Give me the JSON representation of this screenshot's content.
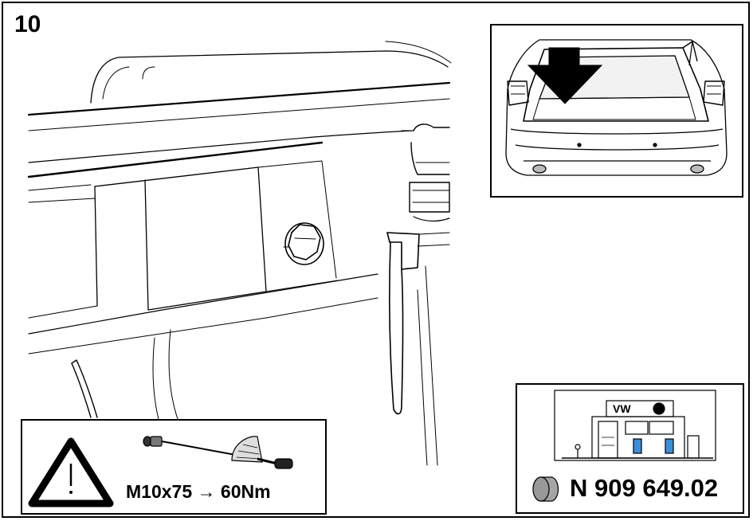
{
  "step": {
    "number": "10"
  },
  "torque_note": {
    "spec": "M10x75 → 60Nm",
    "warning_icon": "warning-triangle-icon",
    "tool_icon": "torque-wrench-icon"
  },
  "part": {
    "number": "N 909 649.02",
    "part_icon": "plug-cap-icon",
    "dealer_sign": "VW",
    "dealer_icon": "vw-dealer-building-icon"
  },
  "car_view": {
    "icon": "car-rear-trunk-open-icon",
    "arrow_icon": "down-arrow-icon"
  },
  "main_view": {
    "icon": "trunk-interior-bolt-icon"
  },
  "colors": {
    "line": "#000000",
    "background": "#ffffff",
    "accent_blue": "#3b8fd8",
    "shade_grey": "#9a9a9a"
  }
}
